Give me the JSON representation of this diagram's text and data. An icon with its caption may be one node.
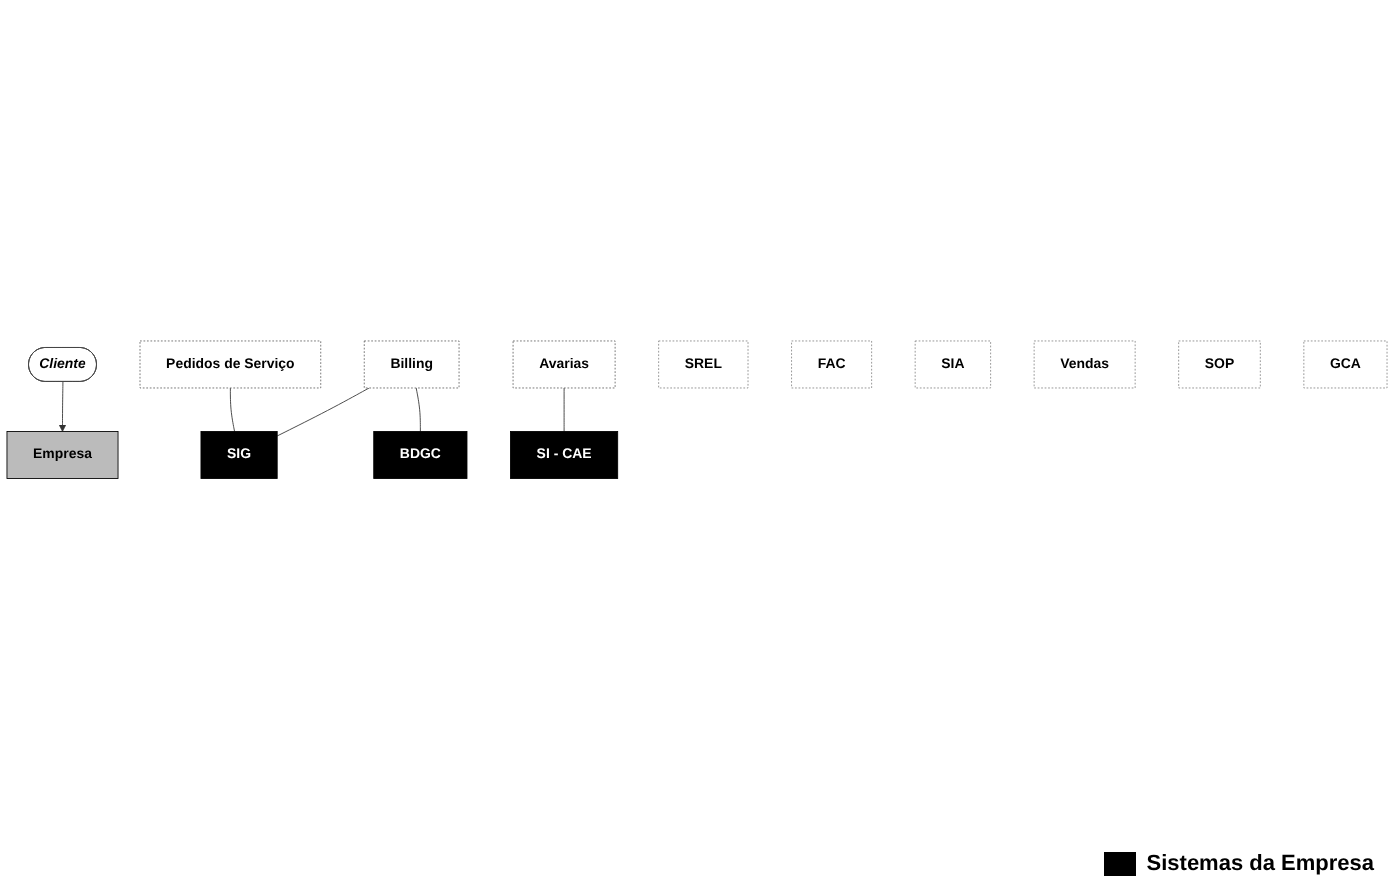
{
  "diagram": {
    "nodes": [
      {
        "text": [
          "Cliente"
        ]
      },
      {
        "text": [
          "Empresa"
        ]
      },
      {
        "text": [
          "Pedidos de Serviço"
        ]
      },
      {
        "text": [
          "Billing"
        ]
      },
      {
        "text": [
          "Avarias"
        ]
      },
      {
        "text": [
          "SREL"
        ]
      },
      {
        "text": [
          "SIG"
        ]
      },
      {
        "text": [
          "FAC"
        ]
      },
      {
        "text": [
          "SIA"
        ]
      },
      {
        "text": [
          "SI - CAE"
        ]
      },
      {
        "text": [
          "BDGC"
        ]
      },
      {
        "text": [
          "Vendas"
        ]
      },
      {
        "text": [
          "SOP"
        ]
      },
      {
        "text": [
          "GCA"
        ]
      }
    ],
    "edges": [
      {
        "from": 0,
        "to": 1,
        "arrow": "to"
      },
      {
        "from": 2,
        "to": 6,
        "arrow": "none"
      },
      {
        "from": 3,
        "to": 6,
        "arrow": "none"
      },
      {
        "from": 3,
        "to": 10,
        "arrow": "none"
      },
      {
        "from": 4,
        "to": 9,
        "arrow": "none"
      }
    ],
    "legend": [
      {
        "text": "Sistemas da Empresa",
        "color": "#000000"
      }
    ]
  }
}
